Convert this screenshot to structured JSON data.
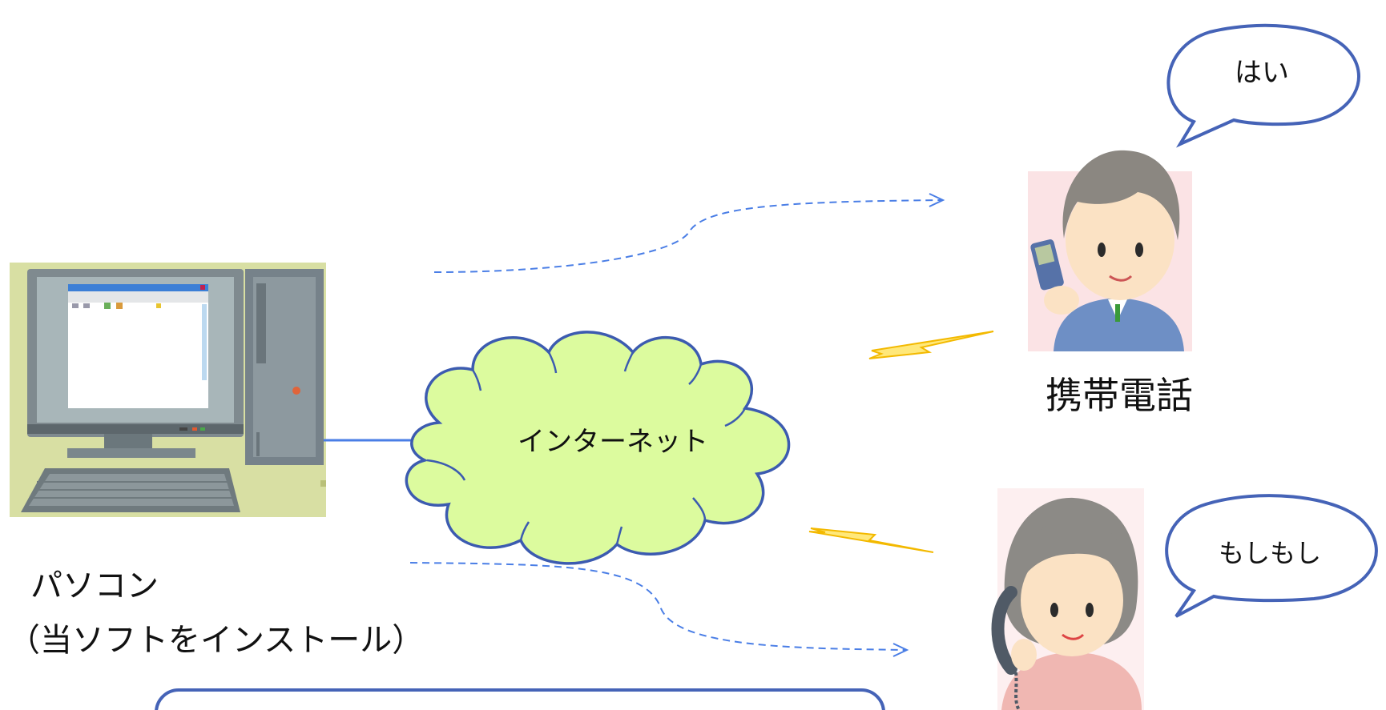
{
  "nodes": {
    "pc_label_line1": "パソコン",
    "pc_label_line2": "（当ソフトをインストール）",
    "internet_label": "インターネット",
    "mobile_label": "携帯電話"
  },
  "speech": {
    "top_bubble": "はい",
    "bottom_bubble": "もしもし"
  },
  "colors": {
    "cloud_fill": "#dcfb9e",
    "cloud_stroke": "#3c5bb0",
    "bubble_stroke": "#4563b7",
    "dashed_line": "#4a7ee6",
    "lightning": "#ffd23a"
  }
}
